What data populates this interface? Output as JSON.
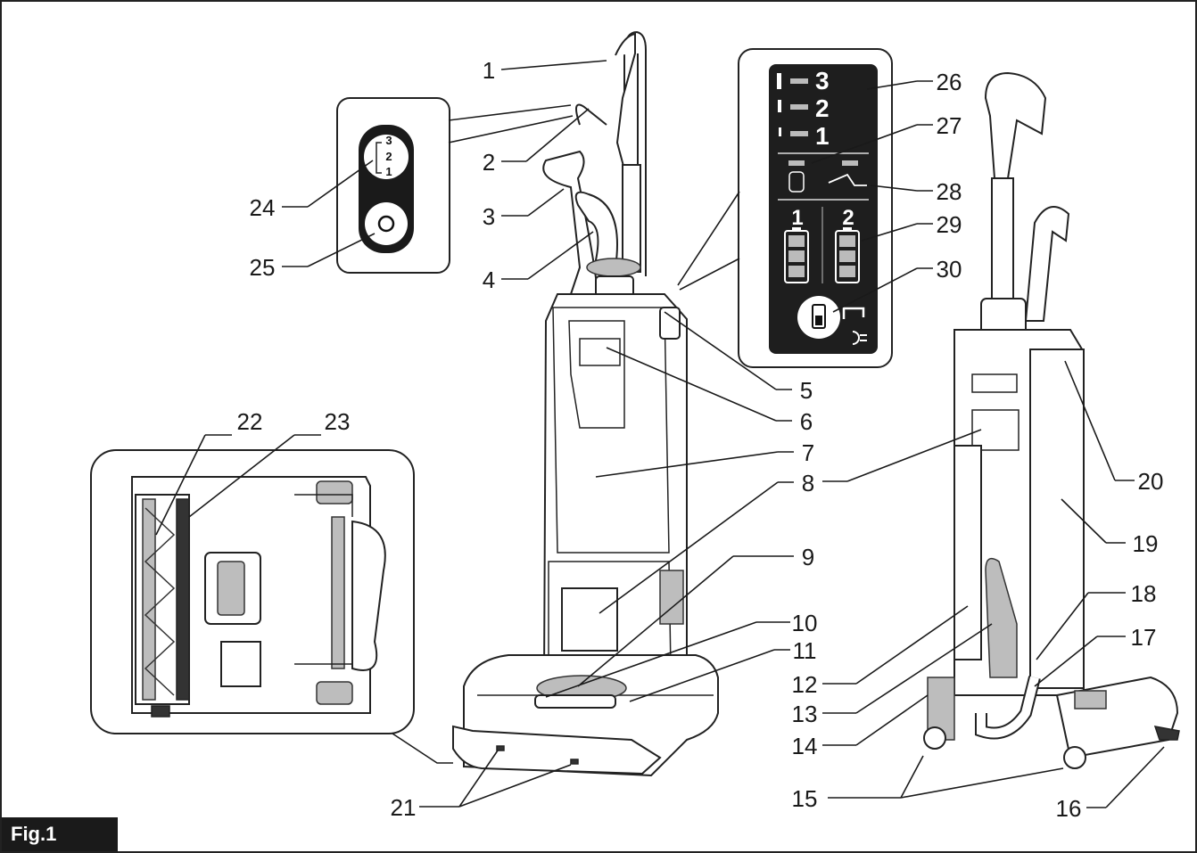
{
  "figure": {
    "label": "Fig.1"
  },
  "callouts": [
    {
      "id": "1",
      "text": "1"
    },
    {
      "id": "2",
      "text": "2"
    },
    {
      "id": "3",
      "text": "3"
    },
    {
      "id": "4",
      "text": "4"
    },
    {
      "id": "5",
      "text": "5"
    },
    {
      "id": "6",
      "text": "6"
    },
    {
      "id": "7",
      "text": "7"
    },
    {
      "id": "8",
      "text": "8"
    },
    {
      "id": "9",
      "text": "9"
    },
    {
      "id": "10",
      "text": "10"
    },
    {
      "id": "11",
      "text": "11"
    },
    {
      "id": "12",
      "text": "12"
    },
    {
      "id": "13",
      "text": "13"
    },
    {
      "id": "14",
      "text": "14"
    },
    {
      "id": "15",
      "text": "15"
    },
    {
      "id": "16",
      "text": "16"
    },
    {
      "id": "17",
      "text": "17"
    },
    {
      "id": "18",
      "text": "18"
    },
    {
      "id": "19",
      "text": "19"
    },
    {
      "id": "20",
      "text": "20"
    },
    {
      "id": "21",
      "text": "21"
    },
    {
      "id": "22",
      "text": "22"
    },
    {
      "id": "23",
      "text": "23"
    },
    {
      "id": "24",
      "text": "24"
    },
    {
      "id": "25",
      "text": "25"
    },
    {
      "id": "26",
      "text": "26"
    },
    {
      "id": "27",
      "text": "27"
    },
    {
      "id": "28",
      "text": "28"
    },
    {
      "id": "29",
      "text": "29"
    },
    {
      "id": "30",
      "text": "30"
    }
  ],
  "display_panel": {
    "speed_levels": [
      "3",
      "2",
      "1"
    ],
    "battery_labels": [
      "1",
      "2"
    ],
    "colors": {
      "panel_bg": "#1e1e1e",
      "indicator": "#ffffff"
    }
  },
  "switch_inset": {
    "speed_labels": [
      "3",
      "2",
      "1"
    ]
  }
}
